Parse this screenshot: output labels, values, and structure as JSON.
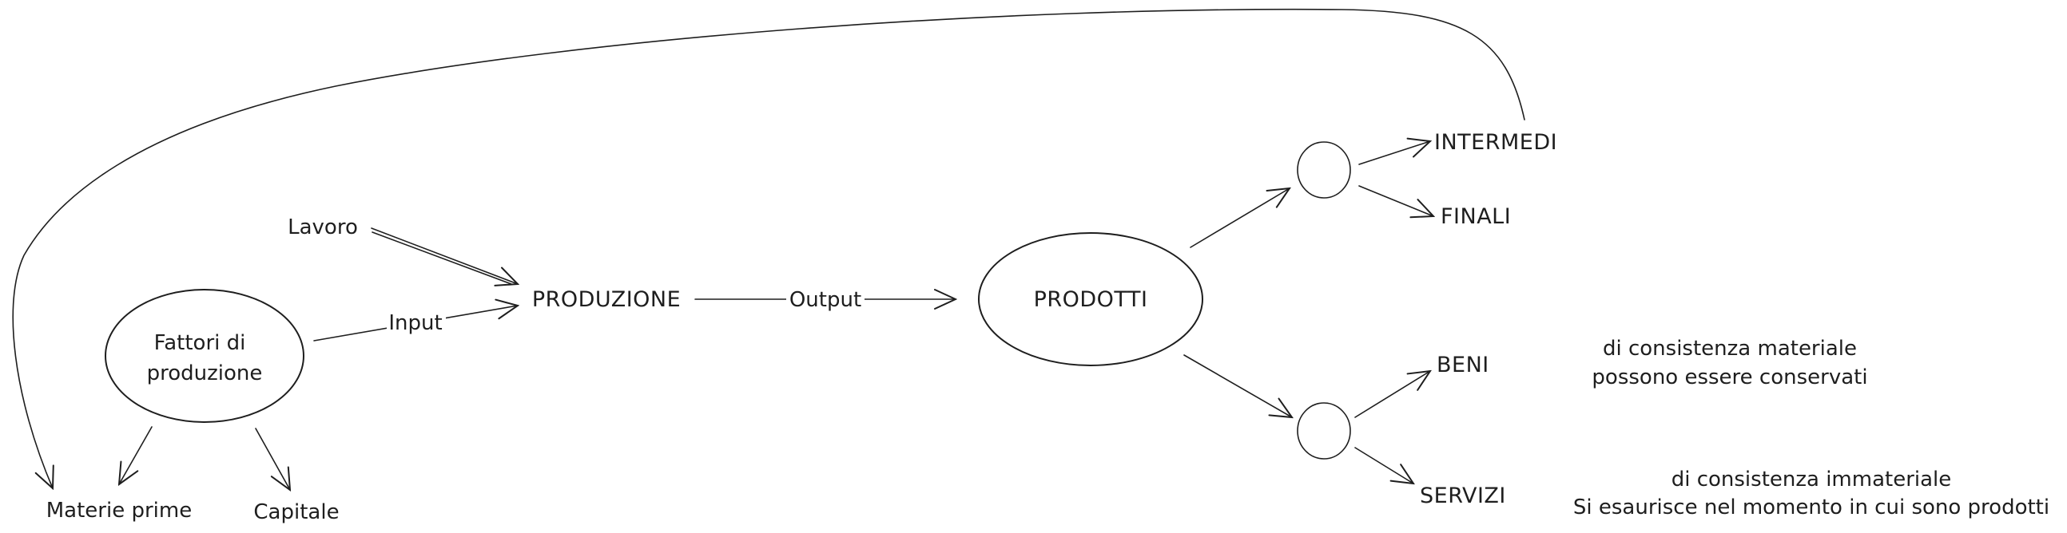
{
  "diagram": {
    "nodes": {
      "lavoro": "Lavoro",
      "fattori_line1": "Fattori di",
      "fattori_line2": "produzione",
      "produzione": "PRODUZIONE",
      "prodotti": "PRODOTTI",
      "intermedi": "INTERMEDI",
      "finali": "FINALI",
      "beni": "BENI",
      "servizi": "SERVIZI",
      "materie_prime": "Materie prime",
      "capitale": "Capitale"
    },
    "edge_labels": {
      "input": "Input",
      "output": "Output"
    },
    "notes": {
      "beni_line1": "di consistenza materiale",
      "beni_line2": "possono essere conservati",
      "servizi_line1": "di consistenza immateriale",
      "servizi_line2": "Si esaurisce nel momento in cui sono prodotti"
    },
    "colors": {
      "ink": "#1e1e1e",
      "background": "#ffffff"
    }
  }
}
